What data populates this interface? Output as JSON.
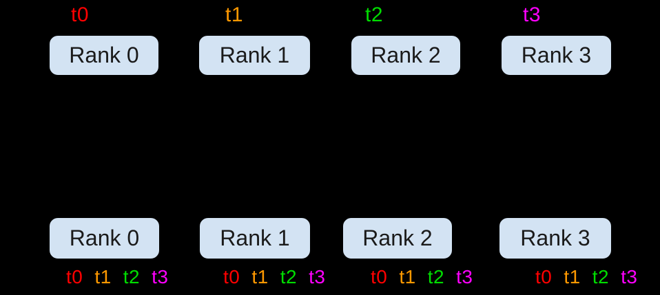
{
  "colors": {
    "background": "#000000",
    "box_fill": "#d3e3f3",
    "box_border": "#000000",
    "rank_text": "#1a1a1a",
    "t0": "#ff0000",
    "t1": "#ff9900",
    "t2": "#00dd00",
    "t3": "#ff00ff"
  },
  "top_row": {
    "tensor_labels": [
      "t0",
      "t1",
      "t2",
      "t3"
    ],
    "ranks": [
      "Rank 0",
      "Rank 1",
      "Rank 2",
      "Rank 3"
    ]
  },
  "bottom_row": {
    "ranks": [
      "Rank 0",
      "Rank 1",
      "Rank 2",
      "Rank 3"
    ],
    "tensor_labels": [
      "t0",
      "t1",
      "t2",
      "t3"
    ]
  }
}
